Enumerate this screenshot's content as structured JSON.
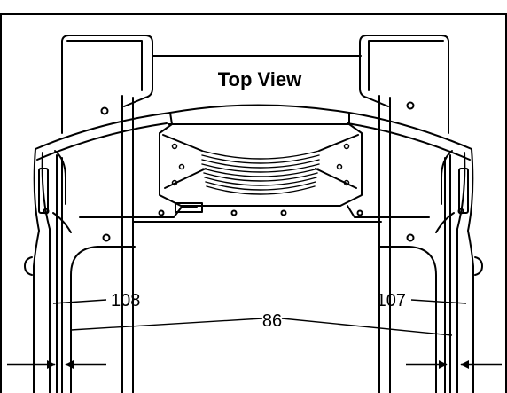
{
  "diagram": {
    "title": "Top View",
    "callouts": {
      "left_part": "108",
      "right_part": "107",
      "center_part": "86"
    }
  }
}
